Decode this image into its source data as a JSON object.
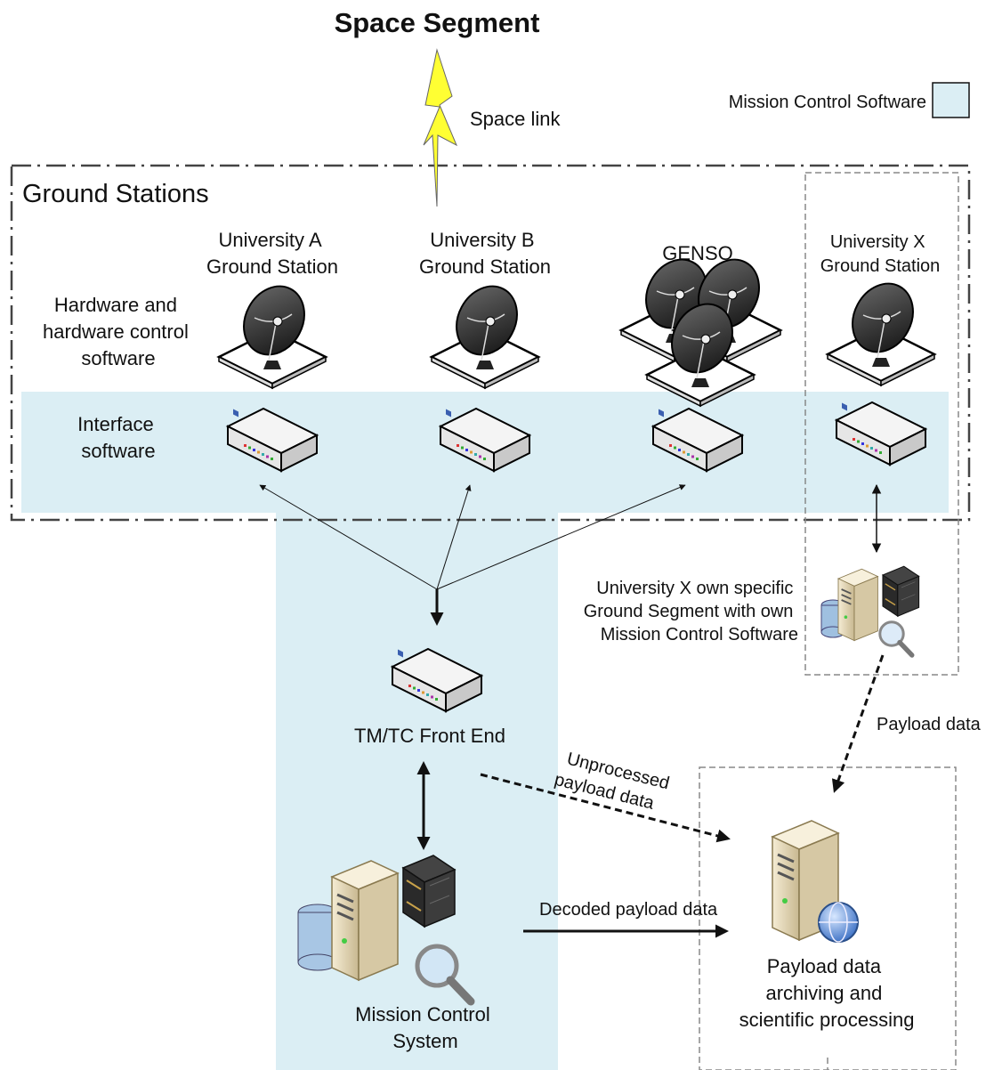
{
  "title": "Space Segment",
  "space_link_label": "Space link",
  "legend": {
    "label": "Mission Control Software",
    "swatch_color": "#dbeef4"
  },
  "ground_stations": {
    "label": "Ground Stations",
    "row_labels": {
      "hardware_line1": "Hardware and",
      "hardware_line2": "hardware control",
      "hardware_line3": "software",
      "interface_line1": "Interface",
      "interface_line2": "software"
    },
    "stations": [
      {
        "line1": "University A",
        "line2": "Ground Station",
        "icon": "satellite-dish-icon"
      },
      {
        "line1": "University B",
        "line2": "Ground Station",
        "icon": "satellite-dish-icon"
      },
      {
        "line1": "GENSO",
        "line2": "",
        "icon": "satellite-dish-cluster-icon"
      },
      {
        "line1": "University X",
        "line2": "Ground Station",
        "icon": "satellite-dish-icon"
      }
    ]
  },
  "univ_x_segment": {
    "line1": "University X own specific",
    "line2": "Ground Segment with own",
    "line3": "Mission Control Software"
  },
  "front_end_label": "TM/TC Front End",
  "mcs": {
    "line1": "Mission Control",
    "line2": "System"
  },
  "payload": {
    "line1": "Payload data",
    "line2": "archiving and",
    "line3": "scientific processing"
  },
  "edges": {
    "unprocessed_line1": "Unprocessed",
    "unprocessed_line2": "payload data",
    "decoded": "Decoded payload data",
    "payload_data": "Payload data"
  },
  "colors": {
    "mcs_band": "#dbeef4",
    "lightning": "#ffff33",
    "server_body": "#e8dcc0"
  }
}
